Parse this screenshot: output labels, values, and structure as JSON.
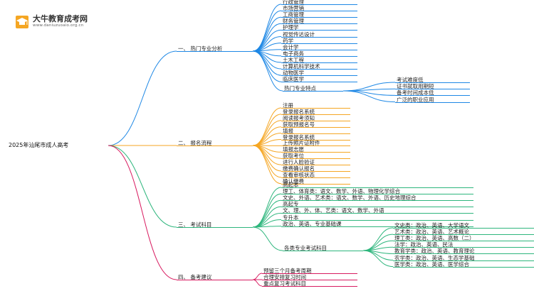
{
  "logo": {
    "title": "大牛教育成考网",
    "url": "www.daniuzuoaio.org.cn",
    "icon": "graduation-cap-icon"
  },
  "colors": {
    "blue": "#1e88e5",
    "orange": "#f5a623",
    "green": "#2eb67d",
    "magenta": "#d81b60"
  },
  "root": "2025年汕尾市成人高考",
  "branches": [
    {
      "id": "hot",
      "label": "一、 热门专业分析",
      "color": "#1e88e5",
      "children": [
        {
          "label": "行政管理"
        },
        {
          "label": "市场营销"
        },
        {
          "label": "工商管理"
        },
        {
          "label": "财务管理"
        },
        {
          "label": "护理学"
        },
        {
          "label": "视觉传达设计"
        },
        {
          "label": "药学"
        },
        {
          "label": "会计学"
        },
        {
          "label": "电子商务"
        },
        {
          "label": "土木工程"
        },
        {
          "label": "计算机科学技术"
        },
        {
          "label": "动物医学"
        },
        {
          "label": "临床医学"
        },
        {
          "label": "热门专业特点",
          "children": [
            {
              "label": "考试难度低"
            },
            {
              "label": "证书就取用期短"
            },
            {
              "label": "备考时间成本低"
            },
            {
              "label": "广泛的职业应用"
            }
          ]
        }
      ]
    },
    {
      "id": "process",
      "label": "二、 报名流程",
      "color": "#f5a623",
      "children": [
        {
          "label": "注册"
        },
        {
          "label": "登录报名系统"
        },
        {
          "label": "阅读报考须知"
        },
        {
          "label": "获取预报名号"
        },
        {
          "label": "填报"
        },
        {
          "label": "登录报名系统"
        },
        {
          "label": "上传照片证附件"
        },
        {
          "label": "填报志愿"
        },
        {
          "label": "获取考位"
        },
        {
          "label": "进行人脸验证"
        },
        {
          "label": "缴费确认报名"
        },
        {
          "label": "查看审核状态"
        },
        {
          "label": "确认缴费"
        }
      ]
    },
    {
      "id": "subjects",
      "label": "三、 考试科目",
      "color": "#2eb67d",
      "children": [
        {
          "label": "高起本"
        },
        {
          "label": "理工、体育类：语文、数学、外语、物理化学综合"
        },
        {
          "label": "文史、外语、艺术类：语文、数学、外语、历史地理综合"
        },
        {
          "label": "高起专"
        },
        {
          "label": "文、理、外、体、艺类：语文、数学、外语"
        },
        {
          "label": "专升本"
        },
        {
          "label": "政治、英语、专业基础课"
        },
        {
          "label": "各类专业考试科目",
          "children": [
            {
              "label": "文史类：政治、英语、大学语文"
            },
            {
              "label": "艺术类：政治、英语、艺术概论"
            },
            {
              "label": "理工类：政治、英语、高数（二）"
            },
            {
              "label": "法学：政治、英语、民法"
            },
            {
              "label": "教育学类：政治、英语、教育理论"
            },
            {
              "label": "农学类：政治、英语、生态学基础"
            },
            {
              "label": "医学类：政治、英语、医学综合"
            }
          ]
        }
      ]
    },
    {
      "id": "advice",
      "label": "四、 备考建议",
      "color": "#d81b60",
      "children": [
        {
          "label": "预留三个月备考周期"
        },
        {
          "label": "合理安排复习时间"
        },
        {
          "label": "重点复习考试科目"
        }
      ]
    }
  ]
}
